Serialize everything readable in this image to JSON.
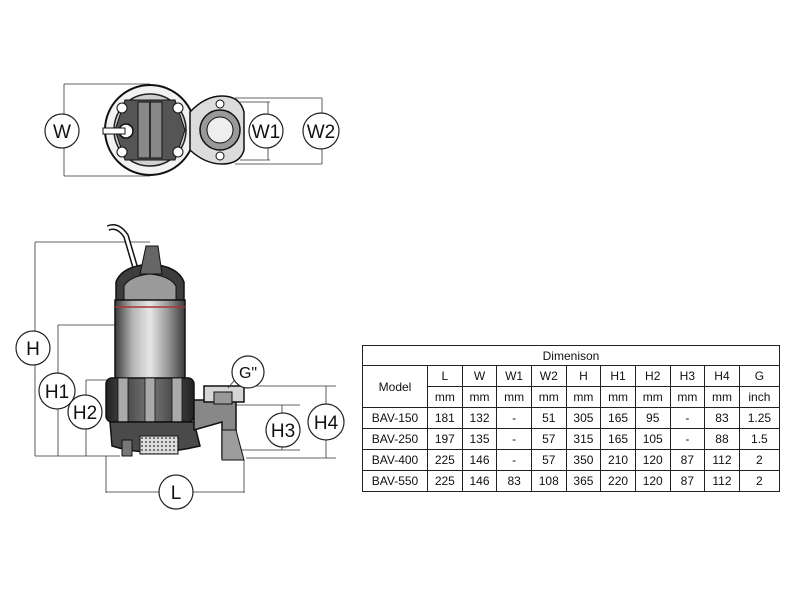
{
  "labels": {
    "w": "W",
    "w1": "W1",
    "w2": "W2",
    "h": "H",
    "h1": "H1",
    "h2": "H2",
    "h3": "H3",
    "h4": "H4",
    "l": "L",
    "g": "G\""
  },
  "table": {
    "title": "Dimenison",
    "model_header": "Model",
    "columns": [
      "L",
      "W",
      "W1",
      "W2",
      "H",
      "H1",
      "H2",
      "H3",
      "H4",
      "G"
    ],
    "units": [
      "mm",
      "mm",
      "mm",
      "mm",
      "mm",
      "mm",
      "mm",
      "mm",
      "mm",
      "inch"
    ],
    "rows": [
      {
        "model": "BAV-150",
        "values": [
          "181",
          "132",
          "-",
          "51",
          "305",
          "165",
          "95",
          "-",
          "83",
          "1.25"
        ]
      },
      {
        "model": "BAV-250",
        "values": [
          "197",
          "135",
          "-",
          "57",
          "315",
          "165",
          "105",
          "-",
          "88",
          "1.5"
        ]
      },
      {
        "model": "BAV-400",
        "values": [
          "225",
          "146",
          "-",
          "57",
          "350",
          "210",
          "120",
          "87",
          "112",
          "2"
        ]
      },
      {
        "model": "BAV-550",
        "values": [
          "225",
          "146",
          "83",
          "108",
          "365",
          "220",
          "120",
          "87",
          "112",
          "2"
        ]
      }
    ]
  }
}
